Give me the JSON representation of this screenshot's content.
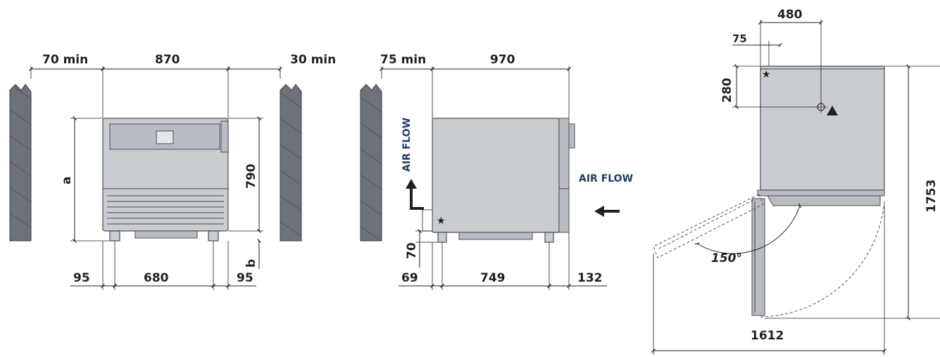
{
  "front_view": {
    "clearance_left": "70 min",
    "width": "870",
    "clearance_right": "30 min",
    "height_a": "a",
    "height_790": "790",
    "height_b": "b",
    "foot_left": "95",
    "foot_span": "680",
    "foot_right": "95"
  },
  "side_view": {
    "clearance_back": "75 min",
    "depth": "970",
    "air_flow_out": "AIR FLOW",
    "air_flow_in": "AIR FLOW",
    "foot_height": "70",
    "foot_back": "69",
    "foot_span": "749",
    "foot_front": "132"
  },
  "top_view": {
    "offset_x": "480",
    "offset_small": "75",
    "offset_y": "280",
    "total_depth": "1753",
    "door_angle": "150°",
    "total_width": "1612"
  },
  "colors": {
    "line": "#231f20",
    "air_flow": "#1f3d64",
    "unit_fill": "#c9ccd1",
    "wall_fill": "#6d717a"
  },
  "icons": [
    "star-icon",
    "triangle-icon",
    "crosshair-icon",
    "arrow-up-right-icon",
    "arrow-left-icon"
  ]
}
